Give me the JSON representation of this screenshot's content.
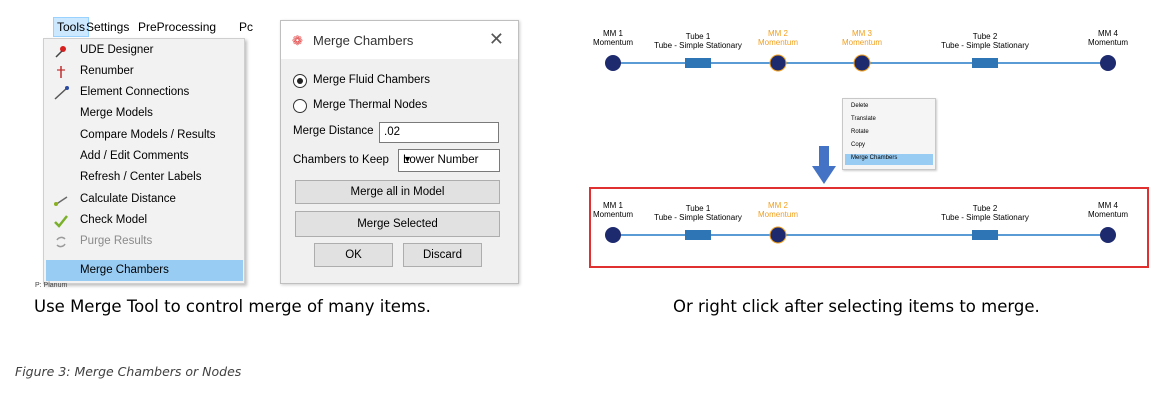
{
  "menu": {
    "bar": [
      "Tools",
      "Settings",
      "PreProcessing",
      "Pc"
    ],
    "items": [
      {
        "label": "UDE Designer",
        "icon": "ude-designer-icon",
        "state": "normal"
      },
      {
        "label": "Renumber",
        "icon": "renumber-icon",
        "state": "normal"
      },
      {
        "label": "Element Connections",
        "icon": "element-connections-icon",
        "state": "normal"
      },
      {
        "label": "Merge Models",
        "icon": "",
        "state": "normal"
      },
      {
        "label": "Compare Models / Results",
        "icon": "",
        "state": "normal"
      },
      {
        "label": "Add / Edit Comments",
        "icon": "",
        "state": "normal"
      },
      {
        "label": "Refresh / Center Labels",
        "icon": "",
        "state": "normal"
      },
      {
        "label": "Calculate Distance",
        "icon": "calculate-distance-icon",
        "state": "normal"
      },
      {
        "label": "Check Model",
        "icon": "check-icon",
        "state": "normal"
      },
      {
        "label": "Purge Results",
        "icon": "purge-icon",
        "state": "disabled"
      },
      {
        "label": "Merge Chambers",
        "icon": "",
        "state": "selected"
      }
    ],
    "behind_text": "P: Planum"
  },
  "dialog": {
    "title": "Merge Chambers",
    "icon": "merge-chambers-icon",
    "close": "✕",
    "radio_fluid": "Merge Fluid Chambers",
    "radio_thermal": "Merge Thermal Nodes",
    "distance_label": "Merge Distance",
    "distance_value": ".02",
    "keep_label": "Chambers to Keep",
    "keep_value": "Lower Number",
    "btn_merge_all": "Merge all in Model",
    "btn_merge_selected": "Merge Selected",
    "btn_ok": "OK",
    "btn_discard": "Discard"
  },
  "diagram_top": {
    "nodes": [
      {
        "id": "MM 1",
        "sub": "Momentum",
        "highlight": false
      },
      {
        "id": "MM 2",
        "sub": "Momentum",
        "highlight": true
      },
      {
        "id": "MM 3",
        "sub": "Momentum",
        "highlight": true
      },
      {
        "id": "MM 4",
        "sub": "Momentum",
        "highlight": false
      }
    ],
    "tubes": [
      {
        "name": "Tube 1",
        "sub": "Tube - Simple Stationary"
      },
      {
        "name": "Tube 2",
        "sub": "Tube - Simple Stationary"
      }
    ]
  },
  "context_menu": [
    "Delete",
    "Translate",
    "Rotate",
    "Copy",
    "Merge Chambers"
  ],
  "diagram_bottom": {
    "nodes": [
      {
        "id": "MM 1",
        "sub": "Momentum",
        "highlight": false
      },
      {
        "id": "MM 2",
        "sub": "Momentum",
        "highlight": true
      },
      {
        "id": "MM 4",
        "sub": "Momentum",
        "highlight": false
      }
    ],
    "tubes": [
      {
        "name": "Tube 1",
        "sub": "Tube - Simple Stationary"
      },
      {
        "name": "Tube 2",
        "sub": "Tube - Simple Stationary"
      }
    ]
  },
  "captions": {
    "left": "Use Merge Tool to control merge of many items.",
    "right": "Or right click after selecting items to merge.",
    "figure": "Figure 3: Merge Chambers or Nodes"
  },
  "colors": {
    "node_fill": "#1e2a6e",
    "highlight_text": "#f0a020",
    "line": "#5b9bd5",
    "tube": "#2e75b6",
    "arrow": "#4472c4",
    "frame": "#e03030"
  }
}
